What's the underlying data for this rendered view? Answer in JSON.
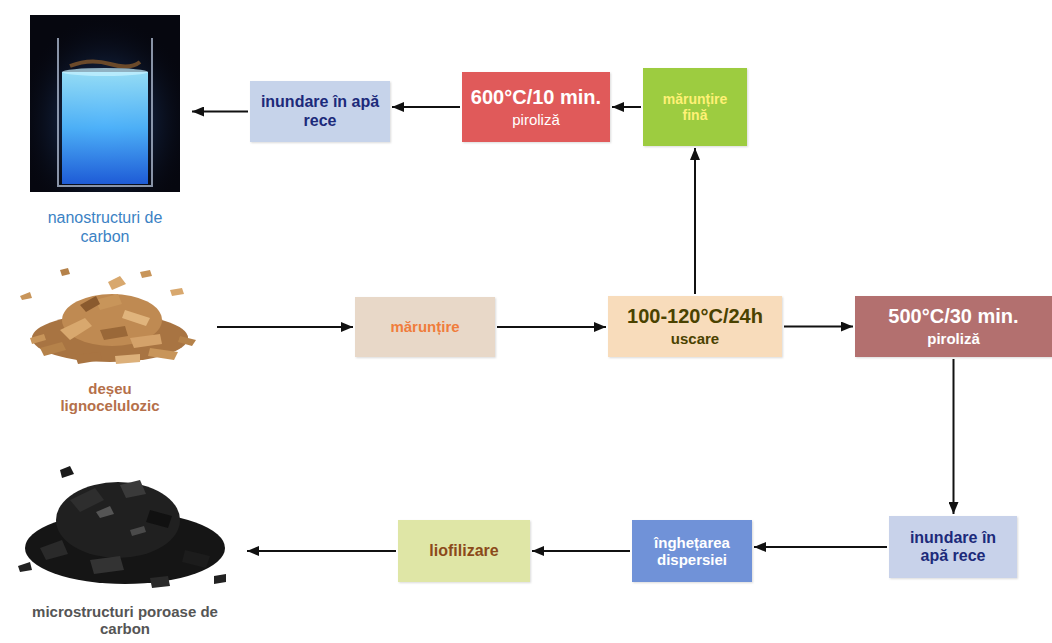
{
  "diagram": {
    "nodes": [
      {
        "text": [
          "nanostructuri de carbon"
        ]
      },
      {
        "text": [
          "inundare în apă rece"
        ]
      },
      {
        "text": [
          "600°C/10 min.",
          "piroliză"
        ]
      },
      {
        "text": [
          "mărunțire fină"
        ]
      },
      {
        "text": [
          "deșeu lignocelulozic"
        ]
      },
      {
        "text": [
          "mărunțire"
        ]
      },
      {
        "text": [
          "100-120°C/24h",
          "uscare"
        ]
      },
      {
        "text": [
          "500°C/30 min.",
          "piroliză"
        ]
      },
      {
        "text": [
          "microstructuri poroase de carbon"
        ]
      },
      {
        "text": [
          "liofilizare"
        ]
      },
      {
        "text": [
          "înghețarea dispersiei"
        ]
      },
      {
        "text": [
          "inundare în apă rece"
        ]
      }
    ],
    "edges": [
      {
        "from": 4,
        "to": 5,
        "arrow": "to"
      },
      {
        "from": 5,
        "to": 6,
        "arrow": "to"
      },
      {
        "from": 6,
        "to": 3,
        "arrow": "to"
      },
      {
        "from": 3,
        "to": 2,
        "arrow": "to"
      },
      {
        "from": 2,
        "to": 1,
        "arrow": "to"
      },
      {
        "from": 1,
        "to": 0,
        "arrow": "to"
      },
      {
        "from": 6,
        "to": 7,
        "arrow": "to"
      },
      {
        "from": 7,
        "to": 11,
        "arrow": "to"
      },
      {
        "from": 11,
        "to": 10,
        "arrow": "to"
      },
      {
        "from": 10,
        "to": 9,
        "arrow": "to"
      },
      {
        "from": 9,
        "to": 8,
        "arrow": "to"
      }
    ]
  }
}
